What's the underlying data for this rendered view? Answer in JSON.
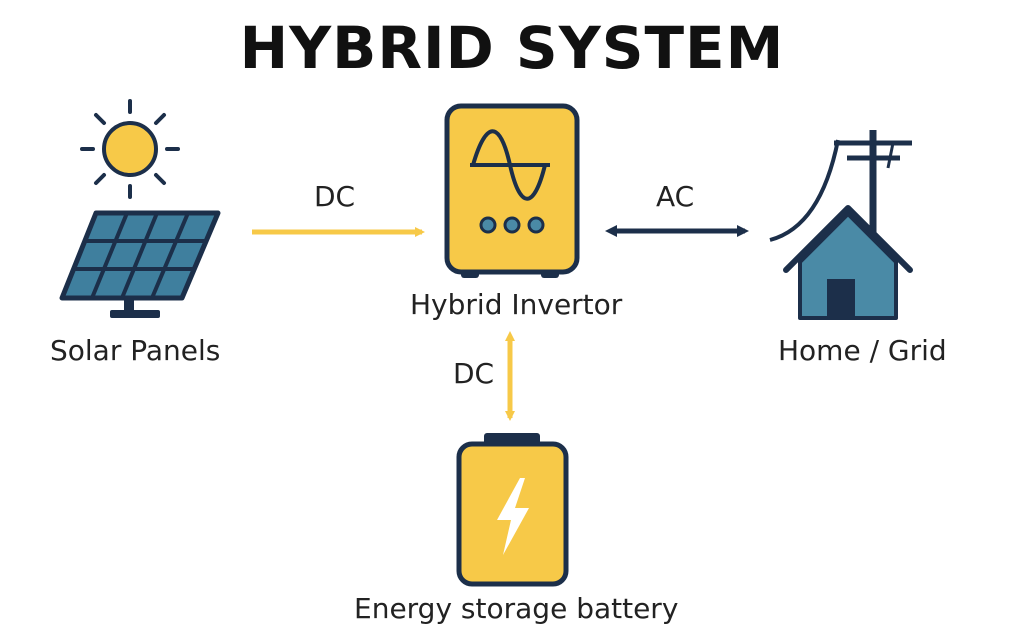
{
  "title": "HYBRID SYSTEM",
  "nodes": {
    "solar": {
      "label": "Solar Panels",
      "icon": "solar-panel-icon"
    },
    "inverter": {
      "label": "Hybrid Invertor",
      "icon": "inverter-icon"
    },
    "home_grid": {
      "label": "Home / Grid",
      "icon": "house-grid-icon"
    },
    "battery": {
      "label": "Energy storage battery",
      "icon": "battery-icon"
    }
  },
  "flows": {
    "solar_to_inverter": {
      "label": "DC",
      "direction": "one-way",
      "color": "#f7c948"
    },
    "inverter_home_grid": {
      "label": "AC",
      "direction": "two-way",
      "color": "#1c2f4a"
    },
    "inverter_battery": {
      "label": "DC",
      "direction": "two-way",
      "color": "#f7c948"
    }
  },
  "colors": {
    "yellow": "#f7c948",
    "navy": "#1c2f4a",
    "panel_blue": "#3f7f9e",
    "house_blue": "#4a8aa6"
  }
}
